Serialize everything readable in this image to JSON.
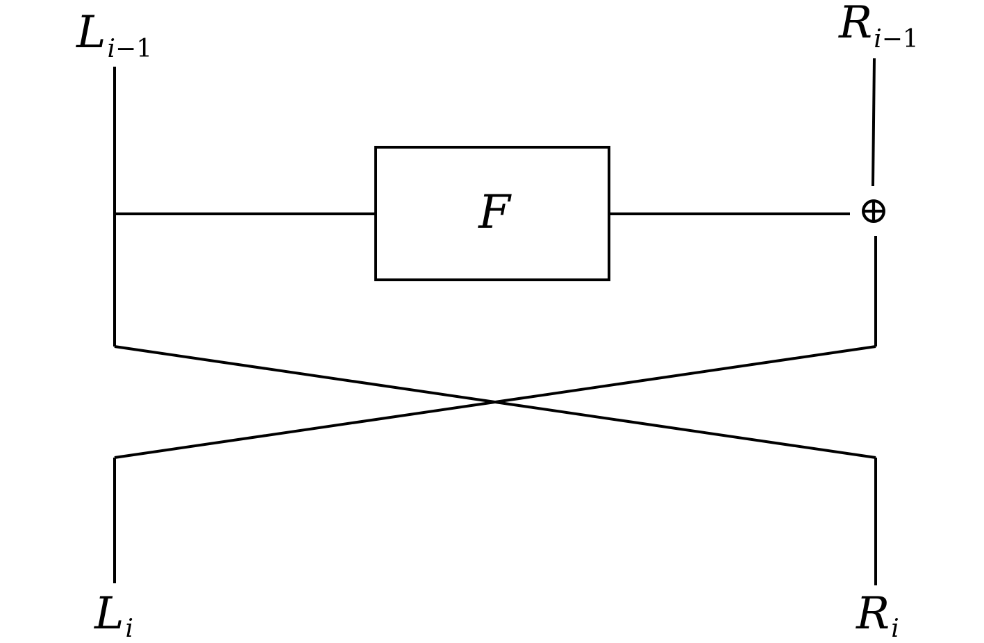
{
  "inputs": {
    "left": {
      "letter": "L",
      "index": "i",
      "dash": "−",
      "offset": "1"
    },
    "right": {
      "letter": "R",
      "index": "i",
      "dash": "−",
      "offset": "1"
    }
  },
  "outputs": {
    "left": {
      "letter": "L",
      "index": "i"
    },
    "right": {
      "letter": "R",
      "index": "i"
    }
  },
  "round_function": {
    "label": "F"
  },
  "xor": {
    "symbol": "⊕"
  }
}
